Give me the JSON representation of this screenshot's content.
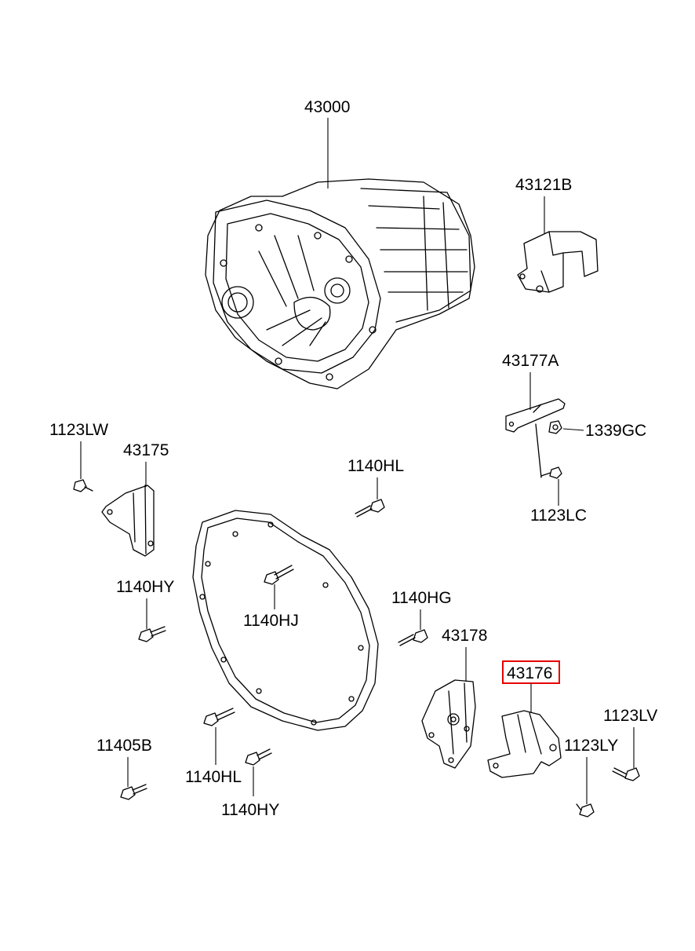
{
  "parts": {
    "p43000": "43000",
    "p43121B": "43121B",
    "p43177A": "43177A",
    "p1339GC": "1339GC",
    "p1123LC": "1123LC",
    "p1123LW": "1123LW",
    "p43175": "43175",
    "p1140HL_top": "1140HL",
    "p1140HY_left": "1140HY",
    "p1140HJ": "1140HJ",
    "p1140HG": "1140HG",
    "p43178": "43178",
    "p43176": "43176",
    "p1123LV": "1123LV",
    "p1123LY": "1123LY",
    "p11405B": "11405B",
    "p1140HL_bottom": "1140HL",
    "p1140HY_bottom": "1140HY"
  },
  "highlight": {
    "label": "43176",
    "color": "#e60000"
  }
}
